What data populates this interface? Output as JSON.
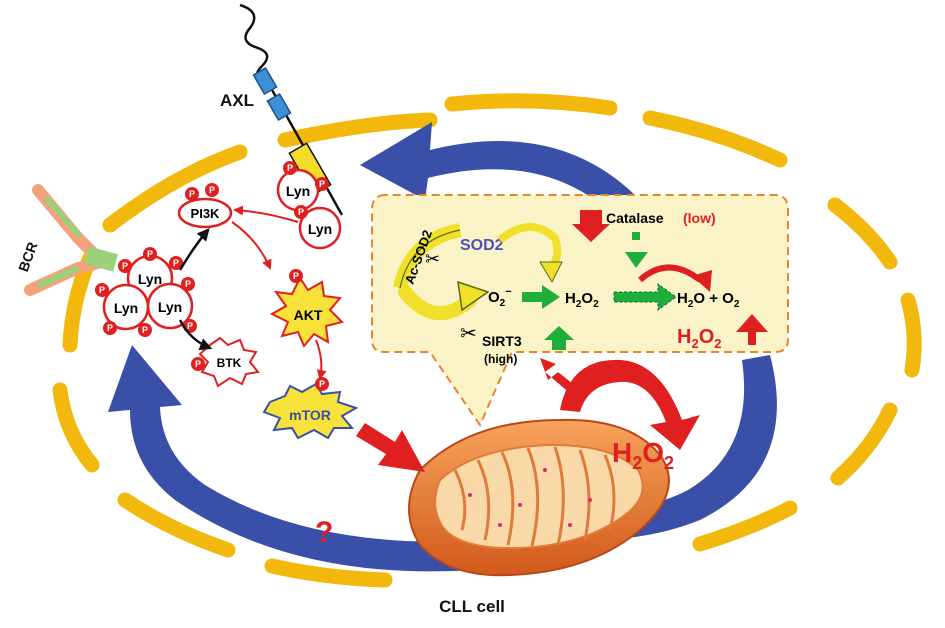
{
  "labels": {
    "axl": "AXL",
    "bcr": "BCR",
    "lyn": "Lyn",
    "p": "P",
    "pi3k": "PI3K",
    "btk": "BTK",
    "akt": "AKT",
    "mtor": "mTOR",
    "question": "?",
    "caption": "CLL cell"
  },
  "inset": {
    "ac_sod2": "Ac-SOD2",
    "sod2": "SOD2",
    "catalase": "Catalase",
    "catalase_status": "(low)",
    "superoxide": "O",
    "superoxide_charge": "2",
    "superoxide_sign": "−",
    "h2o2_a": "H",
    "h2o2_b": "2",
    "h2o2_c": "O",
    "h2o2_d": "2",
    "products_a": "H",
    "products_b": "2",
    "products_c": "O + O",
    "products_d": "2",
    "sirt3": "SIRT3",
    "sirt3_status": "(high)",
    "h2o2_up_a": "H",
    "h2o2_up_b": "2",
    "h2o2_up_c": "O",
    "h2o2_up_d": "2"
  },
  "mito_h2o2": {
    "a": "H",
    "b": "2",
    "c": "O",
    "d": "2"
  },
  "colors": {
    "membrane": "#F2B80C",
    "cycle_arrow": "#3A4FA8",
    "red": "#E02020",
    "green": "#1FAE3A",
    "inset_fill": "#FBF3C8",
    "inset_border": "#E8862A",
    "sod2_text": "#4A52B8",
    "axl_domain": "#3E8FD6",
    "axl_tm": "#F0DC2A"
  }
}
